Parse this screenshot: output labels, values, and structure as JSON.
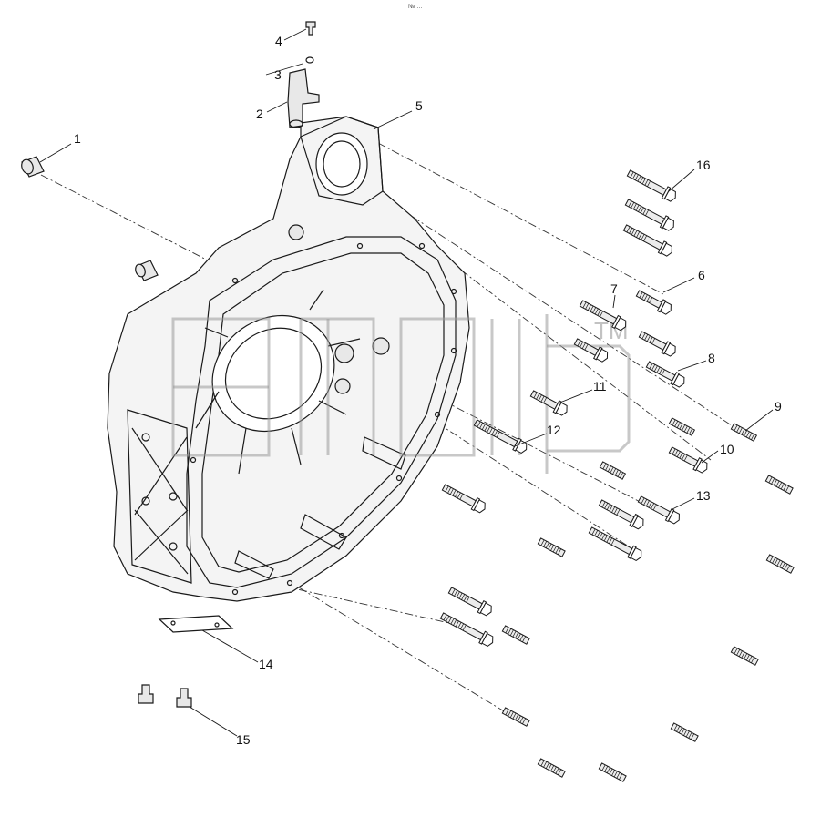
{
  "top_mark": "№ ...",
  "watermark": "ТМ",
  "callouts": [
    "1",
    "2",
    "3",
    "4",
    "5",
    "6",
    "7",
    "8",
    "9",
    "10",
    "11",
    "12",
    "13",
    "14",
    "15",
    "16"
  ],
  "colors": {
    "ink": "#1a1a1a",
    "paper": "#ffffff",
    "watermark": "#9a9a9a",
    "fill": "#e8e8e8"
  }
}
